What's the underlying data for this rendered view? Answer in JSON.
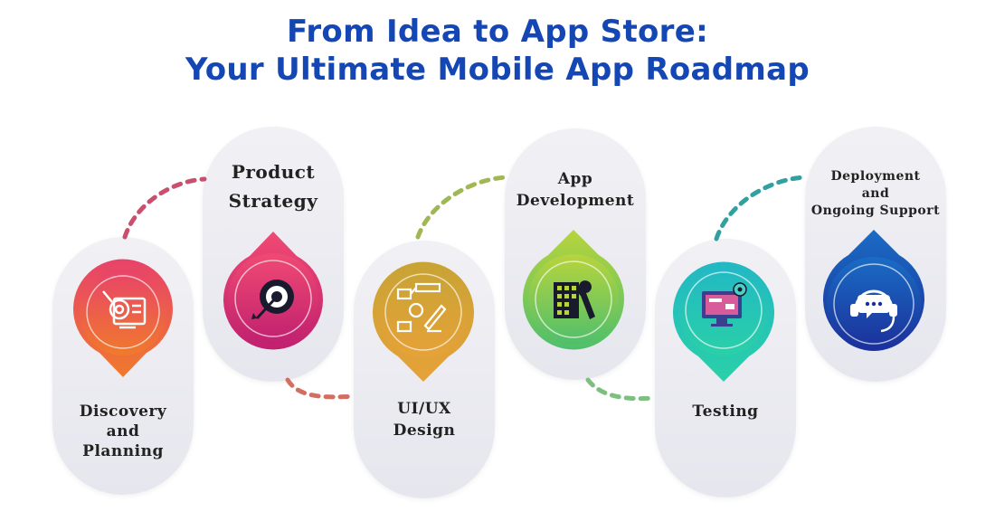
{
  "title": {
    "line1": "From Idea to App Store:",
    "line2": "Your Ultimate Mobile App Roadmap"
  },
  "steps": [
    {
      "label_lines": [
        "Discovery",
        "and",
        "Planning"
      ],
      "icon": "magnifier-board-icon",
      "color_top": "#e8436a",
      "color_bottom": "#f07a2c"
    },
    {
      "label_lines": [
        "Product",
        "Strategy"
      ],
      "icon": "target-icon",
      "color_top": "#f04a73",
      "color_bottom": "#c0206f"
    },
    {
      "label_lines": [
        "UI/UX",
        "Design"
      ],
      "icon": "design-tools-icon",
      "color_top": "#e3a23a",
      "color_bottom": "#c9a335"
    },
    {
      "label_lines": [
        "App",
        "Development"
      ],
      "icon": "building-wrench-icon",
      "color_top": "#b8d43c",
      "color_bottom": "#4fbf6c"
    },
    {
      "label_lines": [
        "Testing"
      ],
      "icon": "monitor-gear-icon",
      "color_top": "#22b8c4",
      "color_bottom": "#2ad0a8"
    },
    {
      "label_lines": [
        "Deployment",
        "and",
        "Ongoing Support"
      ],
      "icon": "headset-icon",
      "color_top": "#1a5fb8",
      "color_bottom": "#1b2f9a"
    }
  ],
  "connector_colors": [
    "#c8506e",
    "#d36f62",
    "#9fb854",
    "#7cbf7e",
    "#33a0a0"
  ]
}
